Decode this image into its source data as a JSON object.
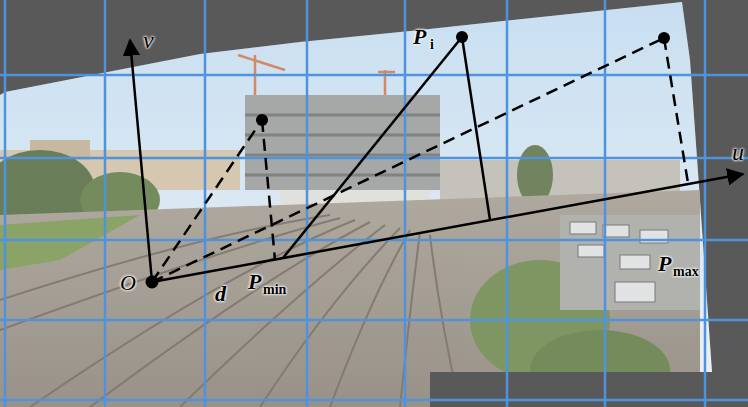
{
  "diagram": {
    "labels": [
      "v",
      "u",
      "P",
      "i",
      "O",
      "d",
      "P",
      "min",
      "P",
      "max"
    ]
  }
}
